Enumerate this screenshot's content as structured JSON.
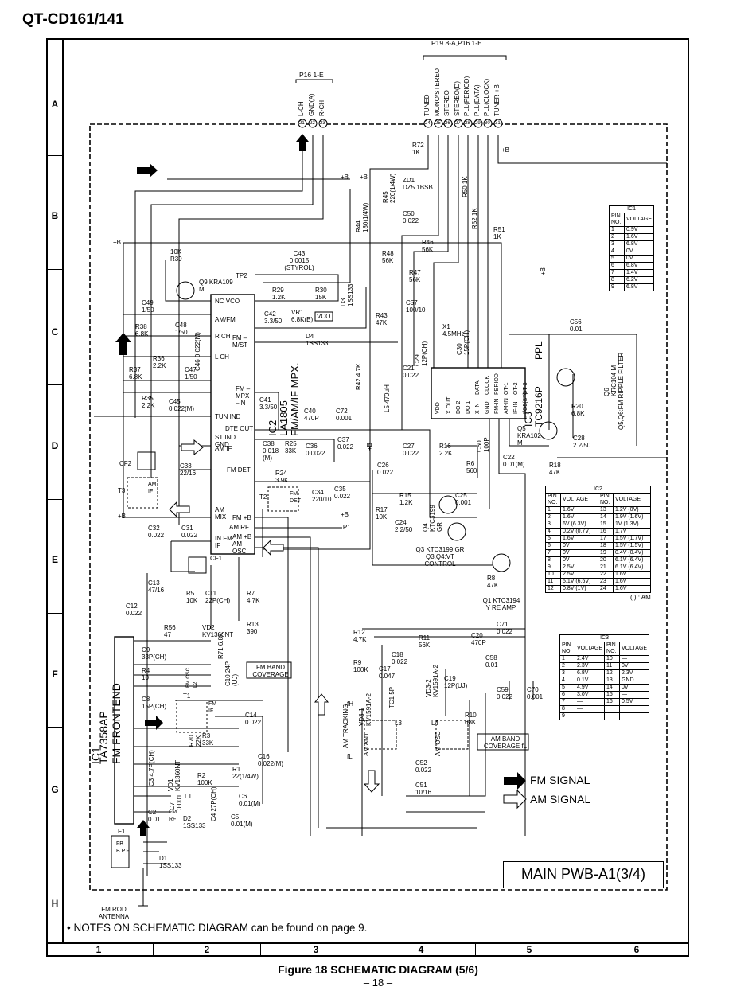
{
  "header": {
    "model": "QT-CD161/141"
  },
  "rows": [
    "A",
    "B",
    "C",
    "D",
    "E",
    "F",
    "G",
    "H"
  ],
  "columns": [
    "1",
    "2",
    "3",
    "4",
    "5",
    "6"
  ],
  "connectors": {
    "left": {
      "ref": "P16 1-E",
      "pins": [
        "L-CH",
        "GND(A)",
        "R-CH"
      ],
      "nums": [
        "21",
        "22",
        "23"
      ]
    },
    "right": {
      "ref": "P19 8-A,P16 1-E",
      "pins": [
        "TUNED",
        "MONO/STEREO",
        "STEREO",
        "STEREO(D)",
        "PLL(PERIOD)",
        "PLL(DATA)",
        "PLL(CLOCK)",
        "TUNER +B"
      ],
      "nums": [
        "24",
        "25",
        "26",
        "27",
        "28",
        "29",
        "30",
        "31"
      ]
    }
  },
  "ics": {
    "ic2": {
      "name": "IC2",
      "part": "LA1805",
      "func": "FM/AM/IF MPX.",
      "left_pins": [
        "NC VCO",
        "AM/FM",
        "R CH",
        "L CH",
        "TUN IND",
        "DTE OUT",
        "ST IND GND",
        "AM IF",
        "FM DET",
        "AM MIX",
        "IN FM IF"
      ],
      "right_pins": [
        "FM –M/ST",
        "FM –MPX –IN",
        "FM +B",
        "AM RF",
        "AM +B AM OSC"
      ]
    },
    "ic3": {
      "name": "IC3",
      "part": "TC9216P",
      "func": "PPL",
      "top_pins": [
        "DATA",
        "CLOCK",
        "PERIOD",
        "OT-1",
        "OT-2",
        "OT-3"
      ],
      "bottom_pins": [
        "VDD",
        "X OUT",
        "DO 2",
        "DO 1",
        "X IN",
        "GND",
        "DATA",
        "FM-IN",
        "AM-IN",
        "IF-IN",
        "I/O5(ST)"
      ]
    },
    "ic1": {
      "name": "IC1",
      "part": "TA7358AP",
      "func": "FM FRONTEND"
    }
  },
  "components": {
    "r39": "10K R39",
    "q9": "Q9 KRA109 M",
    "c49": "C49 1/50",
    "c48": "C48 1/50",
    "r38": "R38 6.8K",
    "c46": "C46 0.022(M)",
    "r36": "R36 2.2K",
    "c47": "C47 1/50",
    "r37": "R37 6.8K",
    "r35": "R35 2.2K",
    "c45": "C45 0.022(M)",
    "c43": "C43 0.0015 (STYROL)",
    "tp2": "TP2",
    "r29": "R29 1.2K",
    "r30": "R30 15K",
    "vr1": "VR1 6.8K(B)",
    "vco": "VCO",
    "c42": "C42 3.3/50",
    "d4": "D4 1SS133",
    "d3": "D3 1SS133",
    "c41": "C41 3.3/50",
    "c40": "C40 470P",
    "c72": "C72 0.001",
    "c38": "C38 0.018 (M)",
    "r25": "R25 33K",
    "c36": "C36 0.0022",
    "c37": "C37 0.022",
    "cf2": "CF2",
    "c33": "C33 22/16",
    "t3": "T3",
    "amif": "AM IF",
    "r24": "R24 3.9K",
    "c34": "C34 220/10",
    "c35": "C35 0.022",
    "t2": "T2",
    "fmdet": "FM DET",
    "c32": "C32 0.022",
    "c31": "C31 0.022",
    "cf1": "CF1",
    "c13": "C13 47/16",
    "c12": "C12 0.022",
    "r5": "R5 10K",
    "c11": "C11 22P(CH)",
    "r7": "R7 4.7K",
    "r13": "R13 390",
    "r56": "R56 47",
    "vd2": "VD2 KV1360NT",
    "c9": "C9 33P(CH)",
    "r71": "R71 6.8K",
    "fmband": "FM BAND COVERAGE",
    "r4": "R4 10",
    "c10": "C10 24P (UJ)",
    "fmosc": "FM OSC L2",
    "c8": "C8 15P(CH)",
    "t1": "T1",
    "fmif": "FM IF",
    "c14": "C14 0.022",
    "r70": "R70 22K",
    "r3": "R3 33K",
    "c16": "C16 0.022(M)",
    "c3": "C3 4.7P(CH)",
    "vd1": "VD1 KV1360NT",
    "c7": "C7 0.001",
    "r2": "R2 100K",
    "r1": "R1 22(1/4W)",
    "c6": "C6 0.01(M)",
    "c4": "C4 27P(CH)",
    "c5": "C5 0.01(M)",
    "l1": "L1",
    "fmrf": "FM RF",
    "c2": "C2 0.01",
    "d2": "D2 1SS133",
    "f1": "F1",
    "fb": "FB B.P.F",
    "d1": "D1 1SS133",
    "ant": "FM ROD ANTENNA",
    "r72": "R72 1K",
    "r45": "R45 220(1/4W)",
    "zd1": "ZD1 DZ5.1BSB",
    "c50": "C50 0.022",
    "r44": "R44 180(1/4W)",
    "r50": "R50 1K",
    "r52": "R52 1K",
    "r51": "R51 1K",
    "r46": "R46 56K",
    "r48": "R48 56K",
    "r47": "R47 56K",
    "c57": "C57 100/10",
    "r43": "R43 47K",
    "x1": "X1 4.5MHz",
    "c30": "C30 15P(CH)",
    "c29": "C29 12P(CH)",
    "c21": "C21 0.022",
    "l5": "L5 470μH",
    "r42": "R42 4.7K",
    "c27": "C27 0.022",
    "r16": "R16 2.2K",
    "c60": "C60 100P",
    "r6": "R6 560",
    "c22": "C22 0.01(M)",
    "c26": "C26 0.022",
    "r15": "R15 1.2K",
    "c25": "C25 0.001",
    "q4": "Q4 KTC3199 GR",
    "r17": "R17 10K",
    "c24": "C24 2.2/50",
    "tp1": "TP1",
    "q3": "Q3 KTC3199 GR Q3,Q4:VT CONTROL",
    "r8": "R8 47K",
    "q1": "Q1 KTC3194 Y RE AMP.",
    "c56": "C56 0.01",
    "q6": "Q6 KRC104 M",
    "q56": "Q5,Q6:FM RIPPLE FILTER",
    "r20": "R20 6.8K",
    "q5": "Q5 KRA102 M",
    "c28": "C28 2.2/50",
    "r18": "R18 47K",
    "r12": "R12 4.7K",
    "r11": "R11 56K",
    "c20": "C20 470P",
    "c71": "C71 0.022",
    "c58": "C58 0.01",
    "r9": "R9 100K",
    "c18": "C18 0.022",
    "c17": "C17 0.047",
    "vd32": "VD3-2 KV1591A-2",
    "c19": "C19 12P(UJ)",
    "c59": "C59 0.022",
    "c70": "C70 0.001",
    "vd31": "VD3-1 KV1591A-2",
    "tc1": "TC1 5P",
    "fh": "fH",
    "amtrk": "AM TRACKING",
    "fl": "fL",
    "amant": "AM ANT",
    "l3": "L3",
    "amosc": "AM OSC",
    "l4": "L4",
    "r10": "R10 68K",
    "ambcov": "AM BAND COVERAGE fL",
    "c52": "C52 0.022",
    "c51": "C51 10/16"
  },
  "supply": {
    "b": "+B"
  },
  "tables": {
    "ic1": {
      "title": "IC1",
      "headers": [
        "PIN NO.",
        "VOLTAGE"
      ],
      "rows": [
        [
          "1",
          "0.9V"
        ],
        [
          "2",
          "1.6V"
        ],
        [
          "3",
          "6.8V"
        ],
        [
          "4",
          "0V"
        ],
        [
          "5",
          "0V"
        ],
        [
          "6",
          "6.8V"
        ],
        [
          "7",
          "1.4V"
        ],
        [
          "8",
          "6.2V"
        ],
        [
          "9",
          "6.8V"
        ]
      ]
    },
    "ic2": {
      "title": "IC2",
      "headers": [
        "PIN NO.",
        "VOLTAGE",
        "PIN NO.",
        "VOLTAGE"
      ],
      "rows": [
        [
          "1",
          "1.6V",
          "13",
          "1.2V (0V)"
        ],
        [
          "2",
          "1.6V",
          "14",
          "1.9V (1.6V)"
        ],
        [
          "3",
          "6V (6.3V)",
          "15",
          "1V (1.3V)"
        ],
        [
          "4",
          "0.2V (0.7V)",
          "16",
          "1.7V"
        ],
        [
          "5",
          "1.6V",
          "17",
          "1.5V (1.7V)"
        ],
        [
          "6",
          "0V",
          "18",
          "1.5V (1.5V)"
        ],
        [
          "7",
          "0V",
          "19",
          "0.4V (0.4V)"
        ],
        [
          "8",
          "0V",
          "20",
          "6.1V (6.4V)"
        ],
        [
          "9",
          "2.5V",
          "21",
          "6.1V (6.4V)"
        ],
        [
          "10",
          "2.5V",
          "22",
          "1.6V"
        ],
        [
          "11",
          "5.1V (6.6V)",
          "23",
          "1.6V"
        ],
        [
          "12",
          "0.8V (1V)",
          "24",
          "1.6V"
        ]
      ],
      "note": "( ) : AM"
    },
    "ic3": {
      "title": "IC3",
      "headers": [
        "PIN NO.",
        "VOLTAGE",
        "PIN NO.",
        "VOLTAGE"
      ],
      "rows": [
        [
          "1",
          "2.4V",
          "10",
          "—"
        ],
        [
          "2",
          "2.3V",
          "11",
          "0V"
        ],
        [
          "3",
          "6.8V",
          "12",
          "2.3V"
        ],
        [
          "4",
          "0.1V",
          "13",
          "GND"
        ],
        [
          "5",
          "4.9V",
          "14",
          "0V"
        ],
        [
          "6",
          "3.0V",
          "15",
          "—"
        ],
        [
          "7",
          "—",
          "16",
          "0.5V"
        ],
        [
          "8",
          "—",
          "",
          ""
        ],
        [
          "9",
          "—",
          "",
          ""
        ]
      ]
    }
  },
  "legend": {
    "fm": "FM SIGNAL",
    "am": "AM SIGNAL"
  },
  "pwb": "MAIN PWB-A1(3/4)",
  "note": "• NOTES ON SCHEMATIC DIAGRAM can be found on page 9.",
  "footer": {
    "caption": "Figure 18 SCHEMATIC DIAGRAM (5/6)",
    "page": "– 18 –"
  }
}
